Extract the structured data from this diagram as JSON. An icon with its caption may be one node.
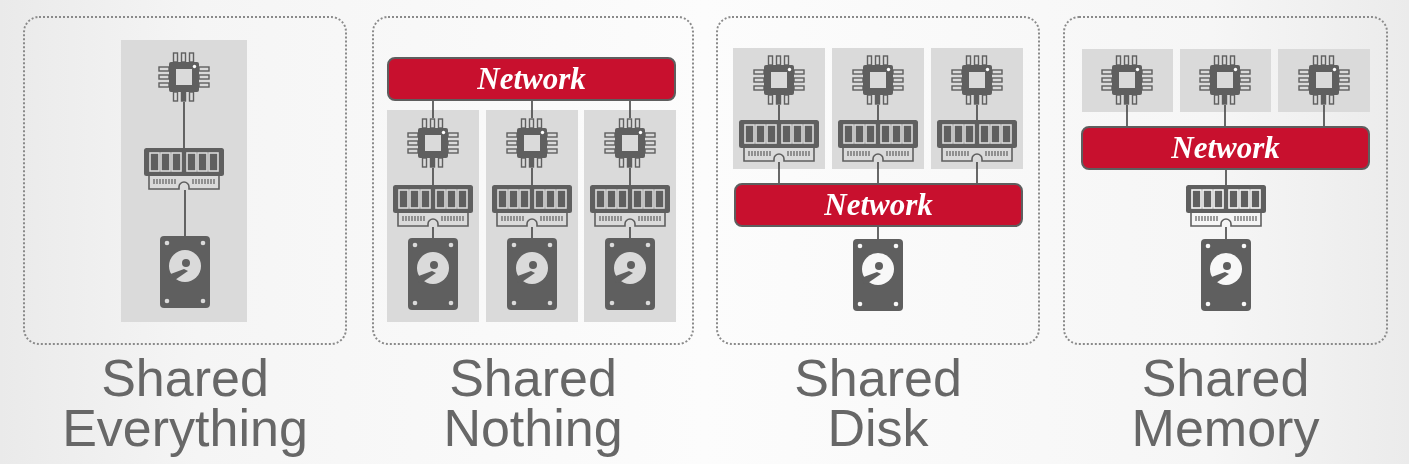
{
  "diagram": {
    "nodes": [
      {
        "text": [
          "Shared Everything"
        ]
      },
      {
        "text": [],
        "shape": "box",
        "in": 0
      },
      {
        "text": [],
        "shape": "chip",
        "in": 1
      },
      {
        "text": [],
        "shape": "memory",
        "in": 1
      },
      {
        "text": [],
        "shape": "disk",
        "in": 1
      },
      {
        "text": [
          "Shared Nothing"
        ]
      },
      {
        "text": [
          "Network"
        ],
        "in": 5
      },
      {
        "text": [],
        "shape": "box",
        "in": 5
      },
      {
        "text": [],
        "shape": "chip",
        "in": 7
      },
      {
        "text": [],
        "shape": "memory",
        "in": 7
      },
      {
        "text": [],
        "shape": "disk",
        "in": 7
      },
      {
        "text": [],
        "shape": "box",
        "in": 5
      },
      {
        "text": [],
        "shape": "chip",
        "in": 11
      },
      {
        "text": [],
        "shape": "memory",
        "in": 11
      },
      {
        "text": [],
        "shape": "disk",
        "in": 11
      },
      {
        "text": [],
        "shape": "box",
        "in": 5
      },
      {
        "text": [],
        "shape": "chip",
        "in": 15
      },
      {
        "text": [],
        "shape": "memory",
        "in": 15
      },
      {
        "text": [],
        "shape": "disk",
        "in": 15
      },
      {
        "text": [
          "Shared Disk"
        ]
      },
      {
        "text": [],
        "shape": "box",
        "in": 19
      },
      {
        "text": [],
        "shape": "chip",
        "in": 20
      },
      {
        "text": [],
        "shape": "memory",
        "in": 20
      },
      {
        "text": [],
        "shape": "box",
        "in": 19
      },
      {
        "text": [],
        "shape": "chip",
        "in": 23
      },
      {
        "text": [],
        "shape": "memory",
        "in": 23
      },
      {
        "text": [],
        "shape": "box",
        "in": 19
      },
      {
        "text": [],
        "shape": "chip",
        "in": 26
      },
      {
        "text": [],
        "shape": "memory",
        "in": 26
      },
      {
        "text": [
          "Network"
        ],
        "in": 19
      },
      {
        "text": [],
        "shape": "disk",
        "in": 19
      },
      {
        "text": [
          "Shared Memory"
        ]
      },
      {
        "text": [],
        "shape": "box",
        "in": 31
      },
      {
        "text": [],
        "shape": "chip",
        "in": 32
      },
      {
        "text": [],
        "shape": "box",
        "in": 31
      },
      {
        "text": [],
        "shape": "chip",
        "in": 34
      },
      {
        "text": [],
        "shape": "box",
        "in": 31
      },
      {
        "text": [],
        "shape": "chip",
        "in": 36
      },
      {
        "text": [
          "Network"
        ],
        "in": 31
      },
      {
        "text": [],
        "shape": "memory",
        "in": 31
      },
      {
        "text": [],
        "shape": "disk",
        "in": 31
      }
    ],
    "edges": [
      {
        "from": 2,
        "to": 3,
        "arrow": "none"
      },
      {
        "from": 3,
        "to": 4,
        "arrow": "none"
      },
      {
        "from": 6,
        "to": 8,
        "arrow": "none"
      },
      {
        "from": 8,
        "to": 9,
        "arrow": "none"
      },
      {
        "from": 9,
        "to": 10,
        "arrow": "none"
      },
      {
        "from": 6,
        "to": 12,
        "arrow": "none"
      },
      {
        "from": 12,
        "to": 13,
        "arrow": "none"
      },
      {
        "from": 13,
        "to": 14,
        "arrow": "none"
      },
      {
        "from": 6,
        "to": 16,
        "arrow": "none"
      },
      {
        "from": 16,
        "to": 17,
        "arrow": "none"
      },
      {
        "from": 17,
        "to": 18,
        "arrow": "none"
      },
      {
        "from": 21,
        "to": 22,
        "arrow": "none"
      },
      {
        "from": 22,
        "to": 29,
        "arrow": "none"
      },
      {
        "from": 24,
        "to": 25,
        "arrow": "none"
      },
      {
        "from": 25,
        "to": 29,
        "arrow": "none"
      },
      {
        "from": 27,
        "to": 28,
        "arrow": "none"
      },
      {
        "from": 28,
        "to": 29,
        "arrow": "none"
      },
      {
        "from": 29,
        "to": 30,
        "arrow": "none"
      },
      {
        "from": 33,
        "to": 38,
        "arrow": "none"
      },
      {
        "from": 35,
        "to": 38,
        "arrow": "none"
      },
      {
        "from": 37,
        "to": 38,
        "arrow": "none"
      },
      {
        "from": 38,
        "to": 39,
        "arrow": "none"
      },
      {
        "from": 39,
        "to": 40,
        "arrow": "none"
      }
    ]
  }
}
